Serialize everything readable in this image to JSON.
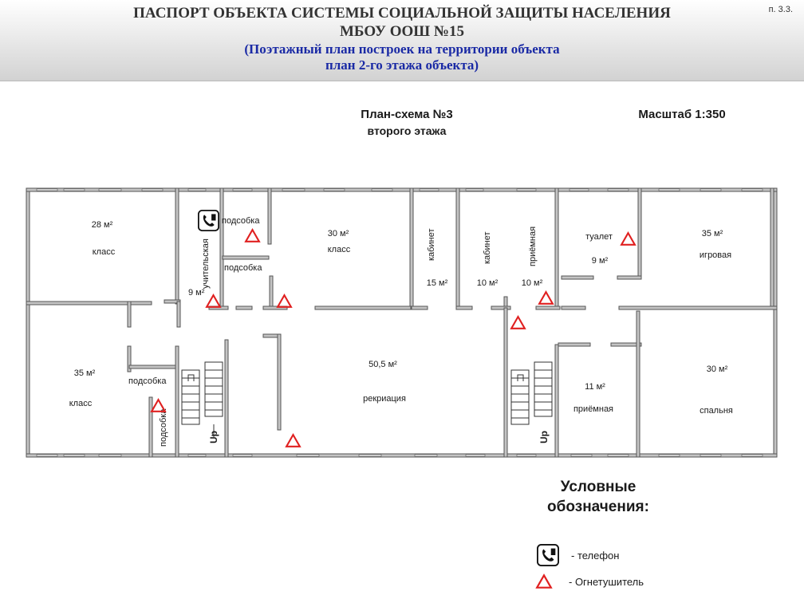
{
  "header": {
    "title_line1": "ПАСПОРТ ОБЪЕКТА СИСТЕМЫ СОЦИАЛЬНОЙ ЗАЩИТЫ НАСЕЛЕНИЯ",
    "title_line2": "МБОУ ООШ №15",
    "subtitle_line1": "(Поэтажный план построек на территории объекта",
    "subtitle_line2": "план 2-го этажа объекта)",
    "page_number": "п. 3.3."
  },
  "plan": {
    "title_line1": "План-схема №3",
    "title_line2": "второго этажа",
    "scale": "Масштаб 1:350",
    "stair_label": "Up"
  },
  "rooms": [
    {
      "area": "28 м²",
      "name": "класс"
    },
    {
      "area": "",
      "name": "подсобка"
    },
    {
      "area": "",
      "name": "подсобка"
    },
    {
      "area": "9 м²",
      "name": "учительская"
    },
    {
      "area": "30 м²",
      "name": "класс"
    },
    {
      "area": "15 м²",
      "name": "кабинет"
    },
    {
      "area": "10 м²",
      "name": "кабинет"
    },
    {
      "area": "10 м²",
      "name": "приёмная"
    },
    {
      "area": "9 м²",
      "name": "туалет"
    },
    {
      "area": "35 м²",
      "name": "игровая"
    },
    {
      "area": "35 м²",
      "name": "класс"
    },
    {
      "area": "",
      "name": "подсобка"
    },
    {
      "area": "",
      "name": "подсобка"
    },
    {
      "area": "50,5 м²",
      "name": "рекриация"
    },
    {
      "area": "11 м²",
      "name": "приёмная"
    },
    {
      "area": "30 м²",
      "name": "спальня"
    }
  ],
  "legend": {
    "title_line1": "Условные",
    "title_line2": "обозначения:",
    "items": [
      {
        "icon": "phone-icon",
        "label": "- телефон"
      },
      {
        "icon": "extinguisher-icon",
        "label": "- Огнетушитель"
      }
    ]
  },
  "colors": {
    "wall_fill": "#c4c4c4",
    "wall_stroke": "#555555",
    "extinguisher": "#e02020",
    "subtitle": "#1a2aa5"
  }
}
